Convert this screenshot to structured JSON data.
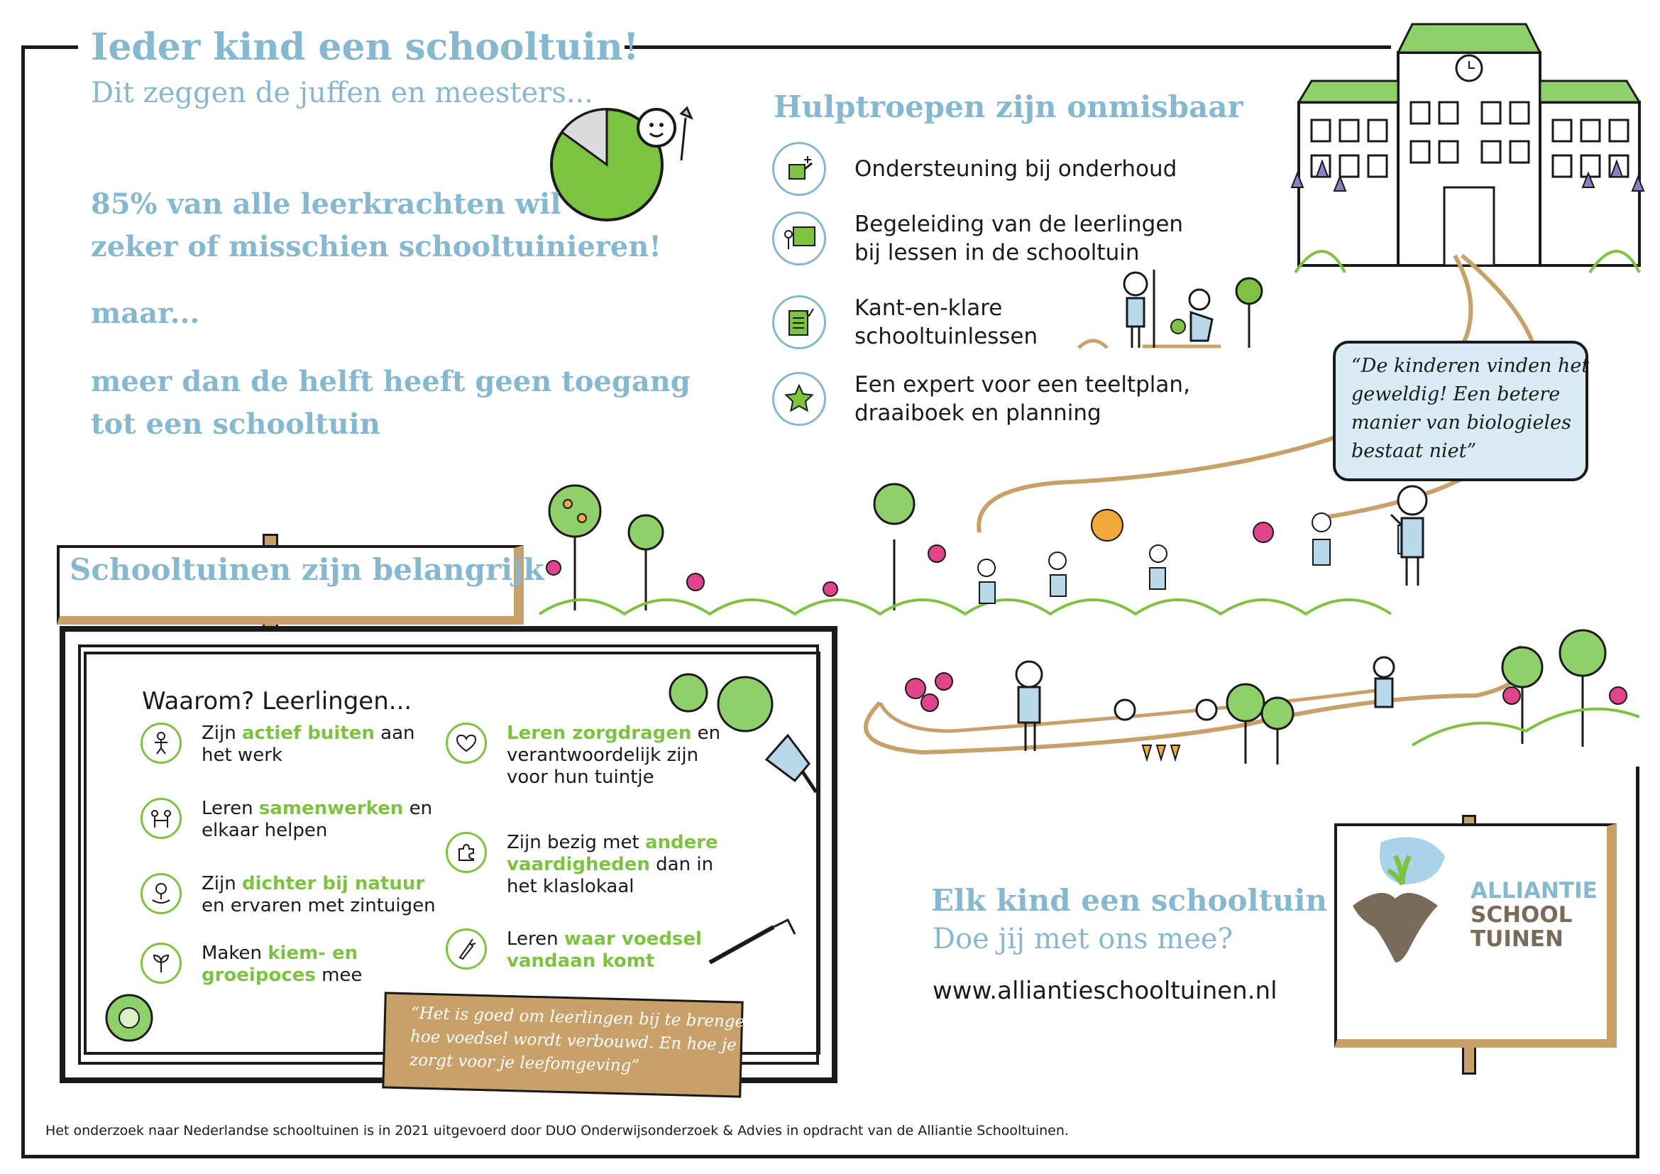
{
  "header": {
    "title": "Ieder kind een schooltuin!",
    "subtitle": "Dit zeggen de juffen en meesters..."
  },
  "stats": {
    "line1": "85% van alle leerkrachten wil",
    "line2": "zeker of misschien schooltuinieren!",
    "but": "maar...",
    "line3": "meer dan de helft heeft geen toegang",
    "line4": "tot een schooltuin",
    "percentage": 85
  },
  "help": {
    "title": "Hulptroepen zijn onmisbaar",
    "items": [
      {
        "icon": "watering-can-icon",
        "line1": "Ondersteuning bij onderhoud",
        "line2": ""
      },
      {
        "icon": "teacher-board-icon",
        "line1": "Begeleiding van de leerlingen",
        "line2": "bij lessen in de schooltuin"
      },
      {
        "icon": "checklist-icon",
        "line1": "Kant-en-klare",
        "line2": "schooltuinlessen"
      },
      {
        "icon": "star-icon",
        "line1": "Een expert voor een teeltplan,",
        "line2": "draaiboek en planning"
      }
    ]
  },
  "speech_quote": {
    "l1": "“De kinderen vinden het",
    "l2": "geweldig! Een betere",
    "l3": "manier van biologieles",
    "l4": "bestaat niet”"
  },
  "sign": {
    "title": "Schooltuinen zijn belangrijk"
  },
  "board": {
    "heading": "Waarom? Leerlingen...",
    "left": [
      {
        "icon": "child-icon",
        "pre": "Zijn ",
        "hl": "actief buiten",
        "post": " aan het werk"
      },
      {
        "icon": "people-icon",
        "pre": "Leren ",
        "hl": "samenwerken",
        "post": " en elkaar helpen"
      },
      {
        "icon": "tree-hand-icon",
        "pre": "Zijn ",
        "hl": "dichter bij natuur",
        "post": " en ervaren met zintuigen"
      },
      {
        "icon": "sprout-icon",
        "pre": "Maken ",
        "hl": "kiem- en groeipoces",
        "post": " mee"
      }
    ],
    "right": [
      {
        "icon": "heart-icon",
        "pre": "",
        "hl": "Leren zorgdragen",
        "post": " en verantwoordelijk zijn voor hun tuintje"
      },
      {
        "icon": "puzzle-icon",
        "pre": "Zijn bezig met ",
        "hl": "andere vaardigheden",
        "post": " dan in het klaslokaal"
      },
      {
        "icon": "carrot-icon",
        "pre": "Leren ",
        "hl": "waar voedsel vandaan komt",
        "post": ""
      }
    ],
    "quote_l1": "“Het is goed om leerlingen bij te brengen",
    "quote_l2": "hoe voedsel wordt verbouwd. En hoe je",
    "quote_l3": "zorgt voor je leefomgeving”"
  },
  "cta": {
    "title": "Elk kind een schooltuin",
    "sub": "Doe jij met ons mee?",
    "url": "www.alliantieschooltuinen.nl"
  },
  "logo": {
    "l1": "ALLIANTIE",
    "l2": "SCHOOL",
    "l3": "TUINEN"
  },
  "footer": {
    "text": "Het onderzoek naar Nederlandse schooltuinen is in 2021 uitgevoerd door DUO Onderwijsonderzoek & Advies in opdracht van de Alliantie Schooltuinen."
  },
  "colors": {
    "blue": "#86b8cf",
    "green": "#7ec242",
    "brown": "#c8a06a",
    "dark": "#1a1a1a"
  }
}
